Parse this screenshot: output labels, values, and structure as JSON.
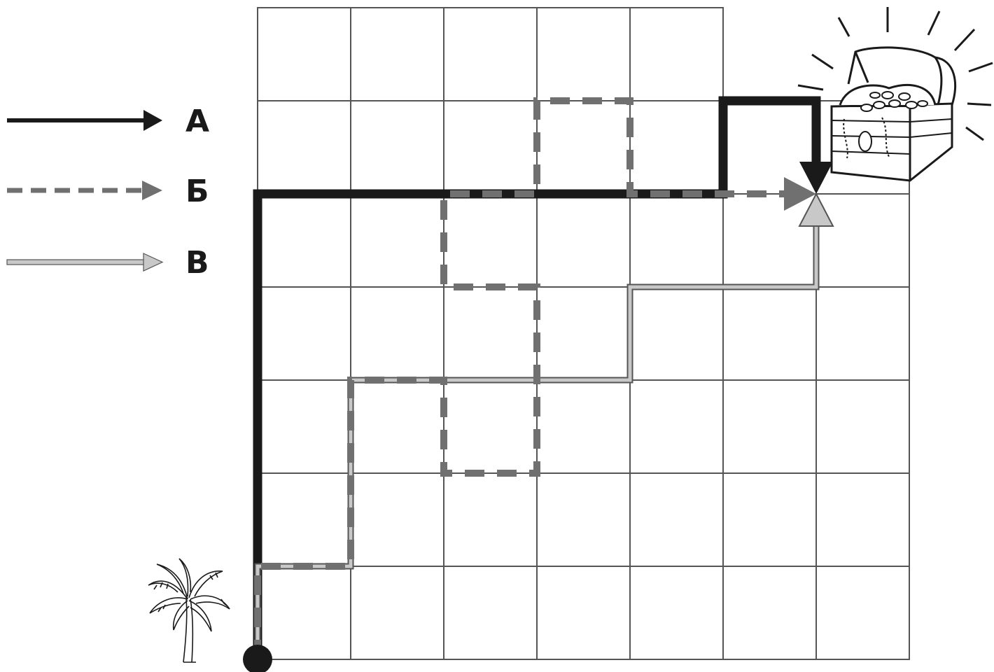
{
  "grid": {
    "columns": 7,
    "rows": 6,
    "extra_top_row_columns": [
      0,
      1,
      2,
      3,
      4
    ]
  },
  "legend": [
    {
      "id": "A",
      "label": "А",
      "style": "solid-black"
    },
    {
      "id": "B",
      "label": "Б",
      "style": "dashed-gray"
    },
    {
      "id": "V",
      "label": "В",
      "style": "light-gray-outline"
    }
  ],
  "colors": {
    "grid_line": "#555555",
    "path_a": "#1a1a1a",
    "path_b": "#707070",
    "path_v": "#c8c8c8",
    "path_v_outline": "#555555"
  },
  "paths": {
    "A": [
      [
        0,
        0
      ],
      [
        0,
        5
      ],
      [
        5,
        5
      ],
      [
        5,
        6
      ],
      [
        6,
        6
      ],
      [
        6,
        5
      ]
    ],
    "B": [
      [
        0,
        0
      ],
      [
        0,
        1
      ],
      [
        1,
        1
      ],
      [
        1,
        3
      ],
      [
        2,
        3
      ],
      [
        2,
        2
      ],
      [
        3,
        2
      ],
      [
        3,
        4
      ],
      [
        2,
        4
      ],
      [
        2,
        5
      ],
      [
        3,
        5
      ],
      [
        3,
        6
      ],
      [
        4,
        6
      ],
      [
        4,
        5
      ],
      [
        6,
        5
      ]
    ],
    "V": [
      [
        0,
        0
      ],
      [
        0,
        1
      ],
      [
        1,
        1
      ],
      [
        1,
        3
      ],
      [
        4,
        3
      ],
      [
        4,
        4
      ],
      [
        6,
        4
      ],
      [
        6,
        5
      ]
    ]
  },
  "icons": {
    "start": "start-dot-icon",
    "palm": "palm-tree-icon",
    "treasure": "treasure-chest-icon"
  }
}
